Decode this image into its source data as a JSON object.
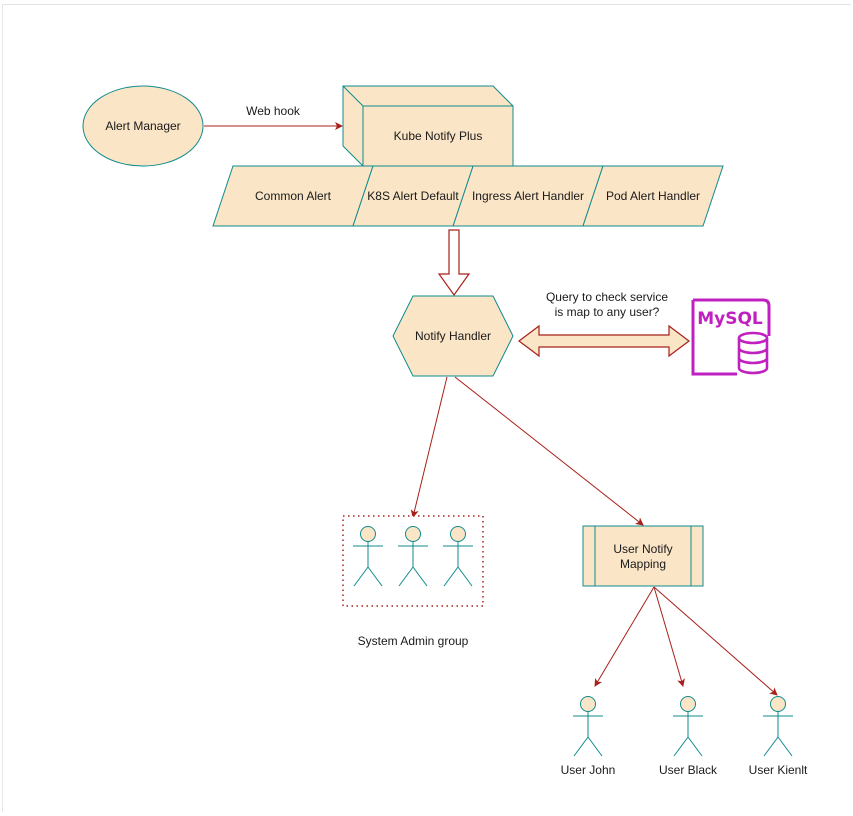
{
  "nodes": {
    "alert_manager": "Alert Manager",
    "kube_notify_plus": "Kube Notify Plus",
    "common_alert": "Common Alert",
    "k8s_alert_default": "K8S Alert Default",
    "ingress_alert_handler": "Ingress Alert Handler",
    "pod_alert_handler": "Pod Alert Handler",
    "notify_handler": "Notify Handler",
    "mysql": "MySQL",
    "system_admin_group": "System Admin group",
    "user_notify_mapping_line1": "User Notify",
    "user_notify_mapping_line2": "Mapping",
    "user_john": "User John",
    "user_black": "User Black",
    "user_kienlt": "User Kienlt"
  },
  "edges": {
    "webhook": "Web hook",
    "query_line1": "Query to check service",
    "query_line2": "is map to any user?"
  },
  "colors": {
    "node_fill": "#fae5c7",
    "node_stroke": "#0f8b8d",
    "edge": "#a8201a",
    "mysql": "#c020c0"
  }
}
